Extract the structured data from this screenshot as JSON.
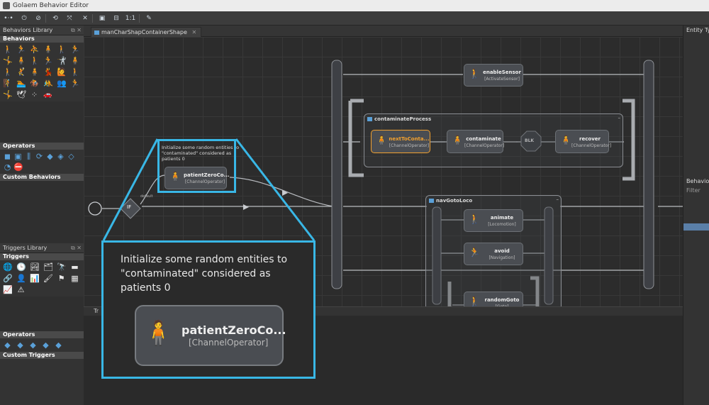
{
  "window": {
    "title": "Golaem Behavior Editor"
  },
  "toolbar": {
    "items": [
      "•·•",
      "⏻",
      "⊘",
      "⟲",
      "⤧",
      "✕",
      "▣",
      "⊟",
      "1:1",
      "✎"
    ]
  },
  "behaviors_library": {
    "title": "Behaviors Library",
    "section": "Behaviors",
    "operators_section": "Operators",
    "custom_section": "Custom Behaviors"
  },
  "triggers_library": {
    "title": "Triggers Library",
    "section": "Triggers",
    "operators_section": "Operators",
    "custom_section": "Custom Triggers"
  },
  "tab": {
    "label": "manCharShapContainerShape"
  },
  "right_panel": {
    "entity_types": "Entity Ty",
    "behavior": "Behavior",
    "filter_placeholder": "Filter"
  },
  "bottom_panel": {
    "label": "Tr"
  },
  "graph": {
    "comment": "Initialize some random entities to \"contaminated\" considered as patients 0",
    "if_label": "IF",
    "default_label": "default",
    "nodes": {
      "enableSensor": {
        "name": "enableSensor",
        "type": "[ActivateSensor]"
      },
      "nextToConta": {
        "name": "nextToConta...",
        "type": "[ChannelOperator]"
      },
      "contaminate": {
        "name": "contaminate",
        "type": "[ChannelOperator]"
      },
      "blk": {
        "name": "BLK"
      },
      "recover": {
        "name": "recover",
        "type": "[ChannelOperator]"
      },
      "patientZero": {
        "name": "patientZeroCo...",
        "type": "[ChannelOperator]"
      },
      "animate": {
        "name": "animate",
        "type": "[Locomotion]"
      },
      "avoid": {
        "name": "avoid",
        "type": "[Navigation]"
      },
      "randomGoto": {
        "name": "randomGoto",
        "type": "[Goto]"
      }
    },
    "containers": {
      "contaminateProcess": "contaminateProcess",
      "navGotoLoco": "navGotoLoco"
    }
  },
  "zoom": {
    "comment": "Initialize some random entities to \"contaminated\" considered as patients 0",
    "name": "patientZeroCo...",
    "type": "[ChannelOperator]"
  },
  "colors": {
    "highlight": "#39b7e6",
    "selected_node": "#f0a030",
    "accent": "#5aa0d8"
  }
}
